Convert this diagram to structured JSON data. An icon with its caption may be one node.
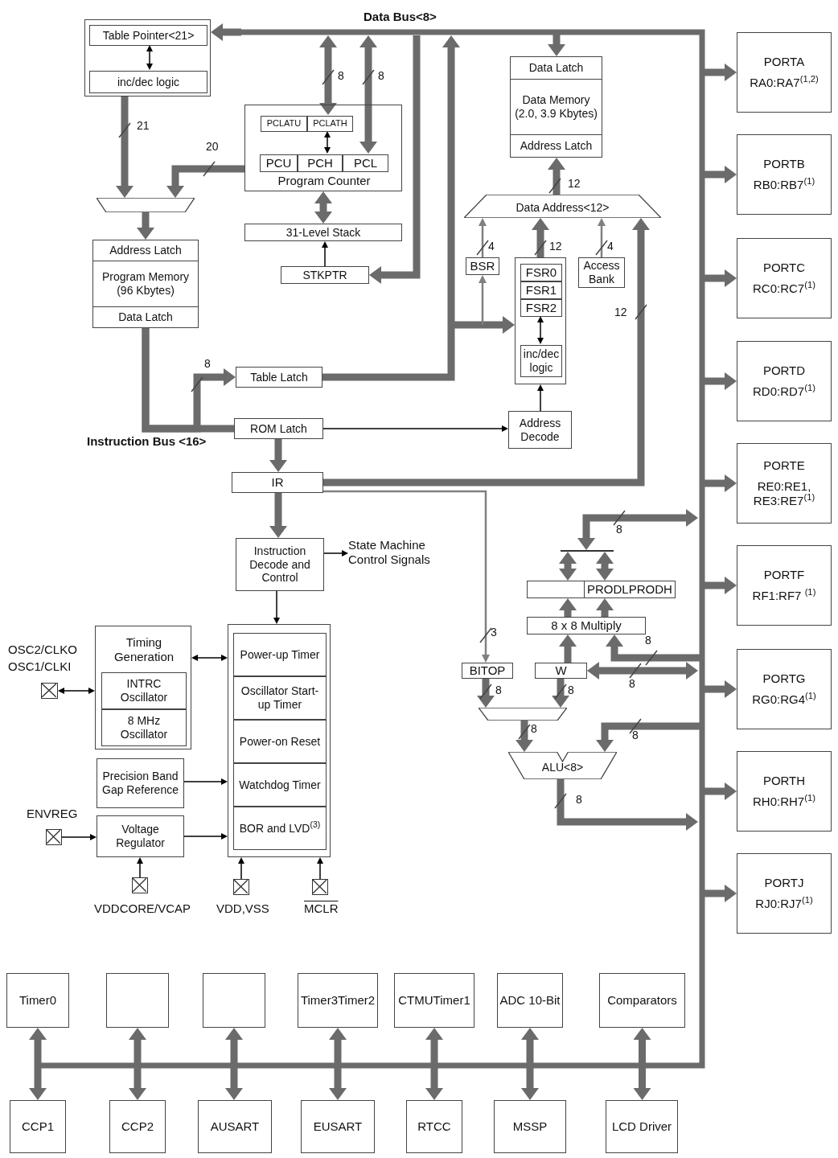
{
  "diagram": {
    "nodes": [
      {
        "text": [],
        "shape": "box"
      },
      {
        "text": [
          "Table Pointer<21>"
        ],
        "in": 0
      },
      {
        "text": [
          "inc/dec logic"
        ],
        "in": 0
      },
      {
        "text": [],
        "shape": "trapezoid"
      },
      {
        "text": [
          "Program Counter"
        ]
      },
      {
        "text": [
          "PCLATU"
        ],
        "in": 4
      },
      {
        "text": [
          "PCLATH"
        ],
        "in": 4
      },
      {
        "text": [
          "PCU"
        ],
        "in": 4
      },
      {
        "text": [
          "PCH"
        ],
        "in": 4
      },
      {
        "text": [
          "PCL"
        ],
        "in": 4
      },
      {
        "text": [
          "31-Level Stack"
        ]
      },
      {
        "text": [
          "STKPTR"
        ]
      },
      {
        "text": [
          "Address Latch",
          "Program Memory (96 Kbytes)",
          "Data Latch"
        ]
      },
      {
        "text": [
          "Data Latch",
          "Data Memory (2.0, 3.9 Kbytes)",
          "Address Latch"
        ]
      },
      {
        "text": [
          "Data Address<12>"
        ]
      },
      {
        "text": [
          "BSR"
        ]
      },
      {
        "text": [],
        "shape": "box"
      },
      {
        "text": [
          "FSR0"
        ],
        "in": 16
      },
      {
        "text": [
          "FSR1"
        ],
        "in": 16
      },
      {
        "text": [
          "FSR2"
        ],
        "in": 16
      },
      {
        "text": [
          "inc/dec logic"
        ],
        "in": 16
      },
      {
        "text": [
          "Access Bank"
        ]
      },
      {
        "text": [
          "Table Latch"
        ]
      },
      {
        "text": [
          "ROM Latch"
        ]
      },
      {
        "text": [
          "Address Decode"
        ]
      },
      {
        "text": [
          "IR"
        ]
      },
      {
        "text": [
          "Instruction Decode and Control"
        ]
      },
      {
        "text": [
          "State Machine Control Signals"
        ]
      },
      {
        "text": [
          "Timing Generation"
        ]
      },
      {
        "text": [
          "INTRC Oscillator"
        ],
        "in": 28
      },
      {
        "text": [
          "8 MHz Oscillator"
        ],
        "in": 28
      },
      {
        "text": [],
        "shape": "box"
      },
      {
        "text": [
          "Power-up Timer"
        ],
        "in": 31
      },
      {
        "text": [
          "Oscillator Start-up Timer"
        ],
        "in": 31
      },
      {
        "text": [
          "Power-on Reset"
        ],
        "in": 31
      },
      {
        "text": [
          "Watchdog Timer"
        ],
        "in": 31
      },
      {
        "text": [
          "BOR and LVD$^{(3)}$"
        ],
        "in": 31
      },
      {
        "text": [
          "Precision Band Gap Reference"
        ]
      },
      {
        "text": [
          "Voltage Regulator"
        ]
      },
      {
        "text": [],
        "shape": "box",
        "beside": [
          "OSC2/CLKO",
          "OSC1/CLKI"
        ]
      },
      {
        "text": [],
        "shape": "box",
        "beside": [
          "ENVREG"
        ]
      },
      {
        "text": [],
        "shape": "box",
        "beside": [
          "VDDCORE/VCAP"
        ]
      },
      {
        "text": [],
        "shape": "box",
        "beside": [
          "VDD,VSS"
        ]
      },
      {
        "text": [],
        "shape": "box",
        "beside": [
          "MCLR"
        ]
      },
      {
        "text": [
          "PRODLPRODH"
        ]
      },
      {
        "text": [
          "8 x 8 Multiply"
        ]
      },
      {
        "text": [
          "BITOP"
        ]
      },
      {
        "text": [
          "W"
        ]
      },
      {
        "text": [],
        "shape": "trapezoid"
      },
      {
        "text": [
          "ALU<8>"
        ]
      },
      {
        "text": [],
        "shape": "bar"
      },
      {
        "text": [
          "PORTA",
          "RA0:RA7$^{(1,2)}$"
        ]
      },
      {
        "text": [
          "PORTB",
          "RB0:RB7$^{(1)}$"
        ]
      },
      {
        "text": [
          "PORTC",
          "RC0:RC7$^{(1)}$"
        ]
      },
      {
        "text": [
          "PORTD",
          "RD0:RD7$^{(1)}$"
        ]
      },
      {
        "text": [
          "PORTE",
          "RE0:RE1, RE3:RE7$^{(1)}$"
        ]
      },
      {
        "text": [
          "PORTF",
          "RF1:RF7 $^{(1)}$"
        ]
      },
      {
        "text": [
          "PORTG",
          "RG0:RG4$^{(1)}$"
        ]
      },
      {
        "text": [
          "PORTH",
          "RH0:RH7$^{(1)}$"
        ]
      },
      {
        "text": [
          "PORTJ",
          "RJ0:RJ7$^{(1)}$"
        ]
      },
      {
        "text": [
          "Timer0"
        ]
      },
      {
        "text": [],
        "shape": "box"
      },
      {
        "text": [],
        "shape": "box"
      },
      {
        "text": [
          "Timer3Timer2"
        ]
      },
      {
        "text": [
          "CTMUTimer1"
        ]
      },
      {
        "text": [
          "ADC 10-Bit"
        ]
      },
      {
        "text": [
          "Comparators"
        ]
      },
      {
        "text": [
          "CCP1"
        ]
      },
      {
        "text": [
          "CCP2"
        ]
      },
      {
        "text": [
          "AUSART"
        ]
      },
      {
        "text": [
          "EUSART"
        ]
      },
      {
        "text": [
          "RTCC"
        ]
      },
      {
        "text": [
          "MSSP"
        ]
      },
      {
        "text": [
          "LCD Driver"
        ]
      }
    ],
    "edges": [
      {
        "from": null,
        "to": 0,
        "arrow": "to"
      },
      {
        "from": 1,
        "to": 2,
        "arrow": "both",
        "color": "#000000"
      },
      {
        "from": 0,
        "to": 3,
        "arrow": "to",
        "label": "21"
      },
      {
        "from": 4,
        "to": 3,
        "arrow": "to",
        "label": "20"
      },
      {
        "from": 3,
        "to": 12,
        "arrow": "to"
      },
      {
        "from": null,
        "to": 6,
        "arrow": "both",
        "label": "8"
      },
      {
        "from": null,
        "to": 9,
        "arrow": "both",
        "label": "8"
      },
      {
        "from": 6,
        "to": 8,
        "arrow": "both",
        "color": "#000000"
      },
      {
        "from": 4,
        "to": 10,
        "arrow": "both"
      },
      {
        "from": 11,
        "to": 10,
        "arrow": "to",
        "color": "#000000"
      },
      {
        "from": null,
        "to": 11,
        "arrow": "to"
      },
      {
        "from": null,
        "to": 13,
        "arrow": "to"
      },
      {
        "from": 14,
        "to": 13,
        "arrow": "to",
        "label": "12"
      },
      {
        "from": 15,
        "to": 14,
        "arrow": "to",
        "label": "4",
        "color": "#808080"
      },
      {
        "from": 16,
        "to": 14,
        "arrow": "to",
        "label": "12"
      },
      {
        "from": 21,
        "to": 14,
        "arrow": "to",
        "label": "4",
        "color": "#808080"
      },
      {
        "from": 25,
        "to": 14,
        "arrow": "to",
        "label": "12"
      },
      {
        "from": 19,
        "to": 20,
        "arrow": "both",
        "color": "#000000"
      },
      {
        "from": 24,
        "to": 16,
        "arrow": "to",
        "color": "#000000"
      },
      {
        "from": 23,
        "to": 24,
        "arrow": "to",
        "color": "#000000"
      },
      {
        "from": 12,
        "to": 23,
        "arrow": "none"
      },
      {
        "from": 12,
        "to": 22,
        "arrow": "to",
        "label": "8"
      },
      {
        "from": 22,
        "to": null,
        "arrow": "to"
      },
      {
        "from": null,
        "to": 16,
        "arrow": "to"
      },
      {
        "from": null,
        "to": 15,
        "arrow": "to",
        "color": "#808080"
      },
      {
        "from": 23,
        "to": 25,
        "arrow": "to"
      },
      {
        "from": 25,
        "to": 26,
        "arrow": "to"
      },
      {
        "from": 25,
        "to": 46,
        "arrow": "to",
        "label": "3",
        "color": "#808080"
      },
      {
        "from": 26,
        "to": 27,
        "arrow": "to",
        "color": "#000000"
      },
      {
        "from": 26,
        "to": 31,
        "arrow": "to",
        "color": "#000000"
      },
      {
        "from": 28,
        "to": 31,
        "arrow": "both",
        "color": "#000000"
      },
      {
        "from": 39,
        "to": 28,
        "arrow": "both",
        "color": "#000000"
      },
      {
        "from": 37,
        "to": 31,
        "arrow": "to",
        "color": "#000000"
      },
      {
        "from": 38,
        "to": 31,
        "arrow": "to",
        "color": "#000000"
      },
      {
        "from": 40,
        "to": 38,
        "arrow": "to",
        "color": "#000000"
      },
      {
        "from": 41,
        "to": 38,
        "arrow": "to",
        "color": "#000000"
      },
      {
        "from": 42,
        "to": 31,
        "arrow": "to",
        "color": "#000000"
      },
      {
        "from": 43,
        "to": 31,
        "arrow": "to",
        "color": "#000000"
      },
      {
        "from": null,
        "to": 50,
        "arrow": "both",
        "label": "8"
      },
      {
        "from": 50,
        "to": 44,
        "arrow": "both"
      },
      {
        "from": 50,
        "to": 44,
        "arrow": "both"
      },
      {
        "from": 45,
        "to": 44,
        "arrow": "to"
      },
      {
        "from": 45,
        "to": 44,
        "arrow": "to"
      },
      {
        "from": 47,
        "to": 45,
        "arrow": "to"
      },
      {
        "from": null,
        "to": 45,
        "arrow": "to",
        "label": "8"
      },
      {
        "from": 47,
        "to": null,
        "arrow": "both",
        "label": "8"
      },
      {
        "from": 46,
        "to": 48,
        "arrow": "to",
        "label": "8"
      },
      {
        "from": 47,
        "to": 48,
        "arrow": "to",
        "label": "8"
      },
      {
        "from": 48,
        "to": 49,
        "arrow": "to",
        "label": "8"
      },
      {
        "from": null,
        "to": 49,
        "arrow": "to",
        "label": "8"
      },
      {
        "from": 49,
        "to": null,
        "arrow": "to",
        "label": "8"
      },
      {
        "from": null,
        "to": 51,
        "arrow": "to"
      },
      {
        "from": null,
        "to": 52,
        "arrow": "to"
      },
      {
        "from": null,
        "to": 53,
        "arrow": "to"
      },
      {
        "from": null,
        "to": 54,
        "arrow": "to"
      },
      {
        "from": null,
        "to": 55,
        "arrow": "to"
      },
      {
        "from": null,
        "to": 56,
        "arrow": "to"
      },
      {
        "from": null,
        "to": 57,
        "arrow": "to"
      },
      {
        "from": null,
        "to": 58,
        "arrow": "to"
      },
      {
        "from": null,
        "to": 59,
        "arrow": "to"
      },
      {
        "from": 60,
        "to": 67,
        "arrow": "both"
      },
      {
        "from": 61,
        "to": 68,
        "arrow": "both"
      },
      {
        "from": 62,
        "to": 69,
        "arrow": "both"
      },
      {
        "from": 63,
        "to": 70,
        "arrow": "both"
      },
      {
        "from": 64,
        "to": 71,
        "arrow": "both"
      },
      {
        "from": 65,
        "to": 72,
        "arrow": "both"
      },
      {
        "from": 66,
        "to": 73,
        "arrow": "both"
      }
    ],
    "labels": [
      "Data Bus<8>",
      "Instruction Bus <16>"
    ]
  }
}
